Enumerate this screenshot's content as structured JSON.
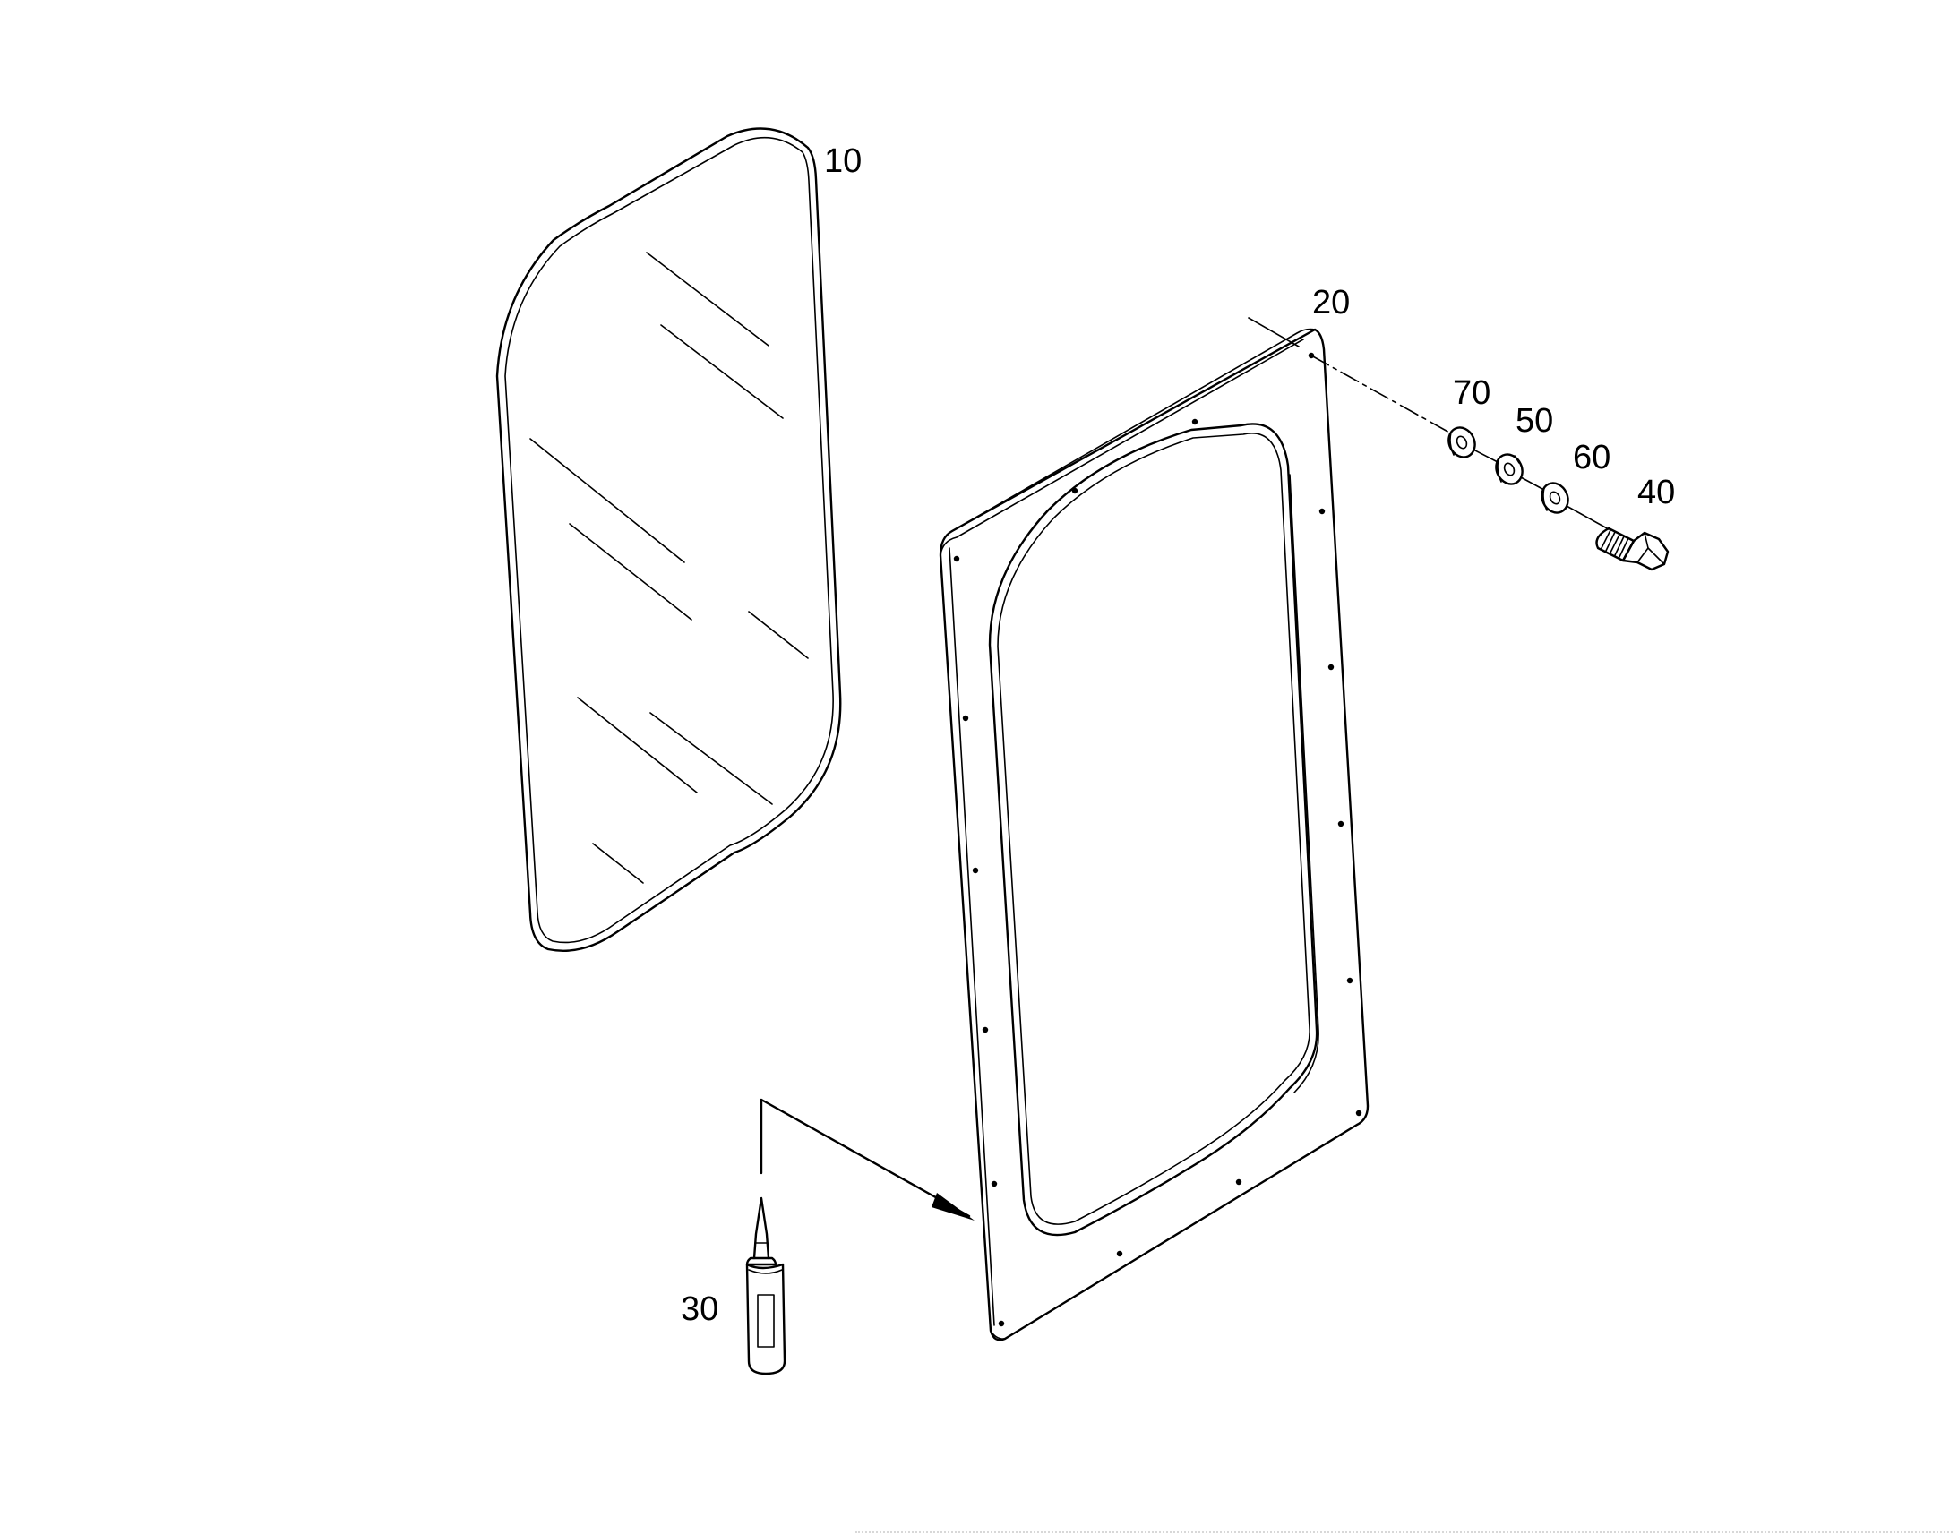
{
  "diagram": {
    "callouts": [
      {
        "id": "10",
        "label": "10",
        "part": "glass-pane"
      },
      {
        "id": "20",
        "label": "20",
        "part": "window-frame"
      },
      {
        "id": "30",
        "label": "30",
        "part": "sealant-cartridge"
      },
      {
        "id": "40",
        "label": "40",
        "part": "bolt"
      },
      {
        "id": "50",
        "label": "50",
        "part": "spring-washer"
      },
      {
        "id": "60",
        "label": "60",
        "part": "washer"
      },
      {
        "id": "70",
        "label": "70",
        "part": "washer"
      }
    ],
    "colors": {
      "ink": "#000000",
      "background": "#ffffff"
    }
  }
}
